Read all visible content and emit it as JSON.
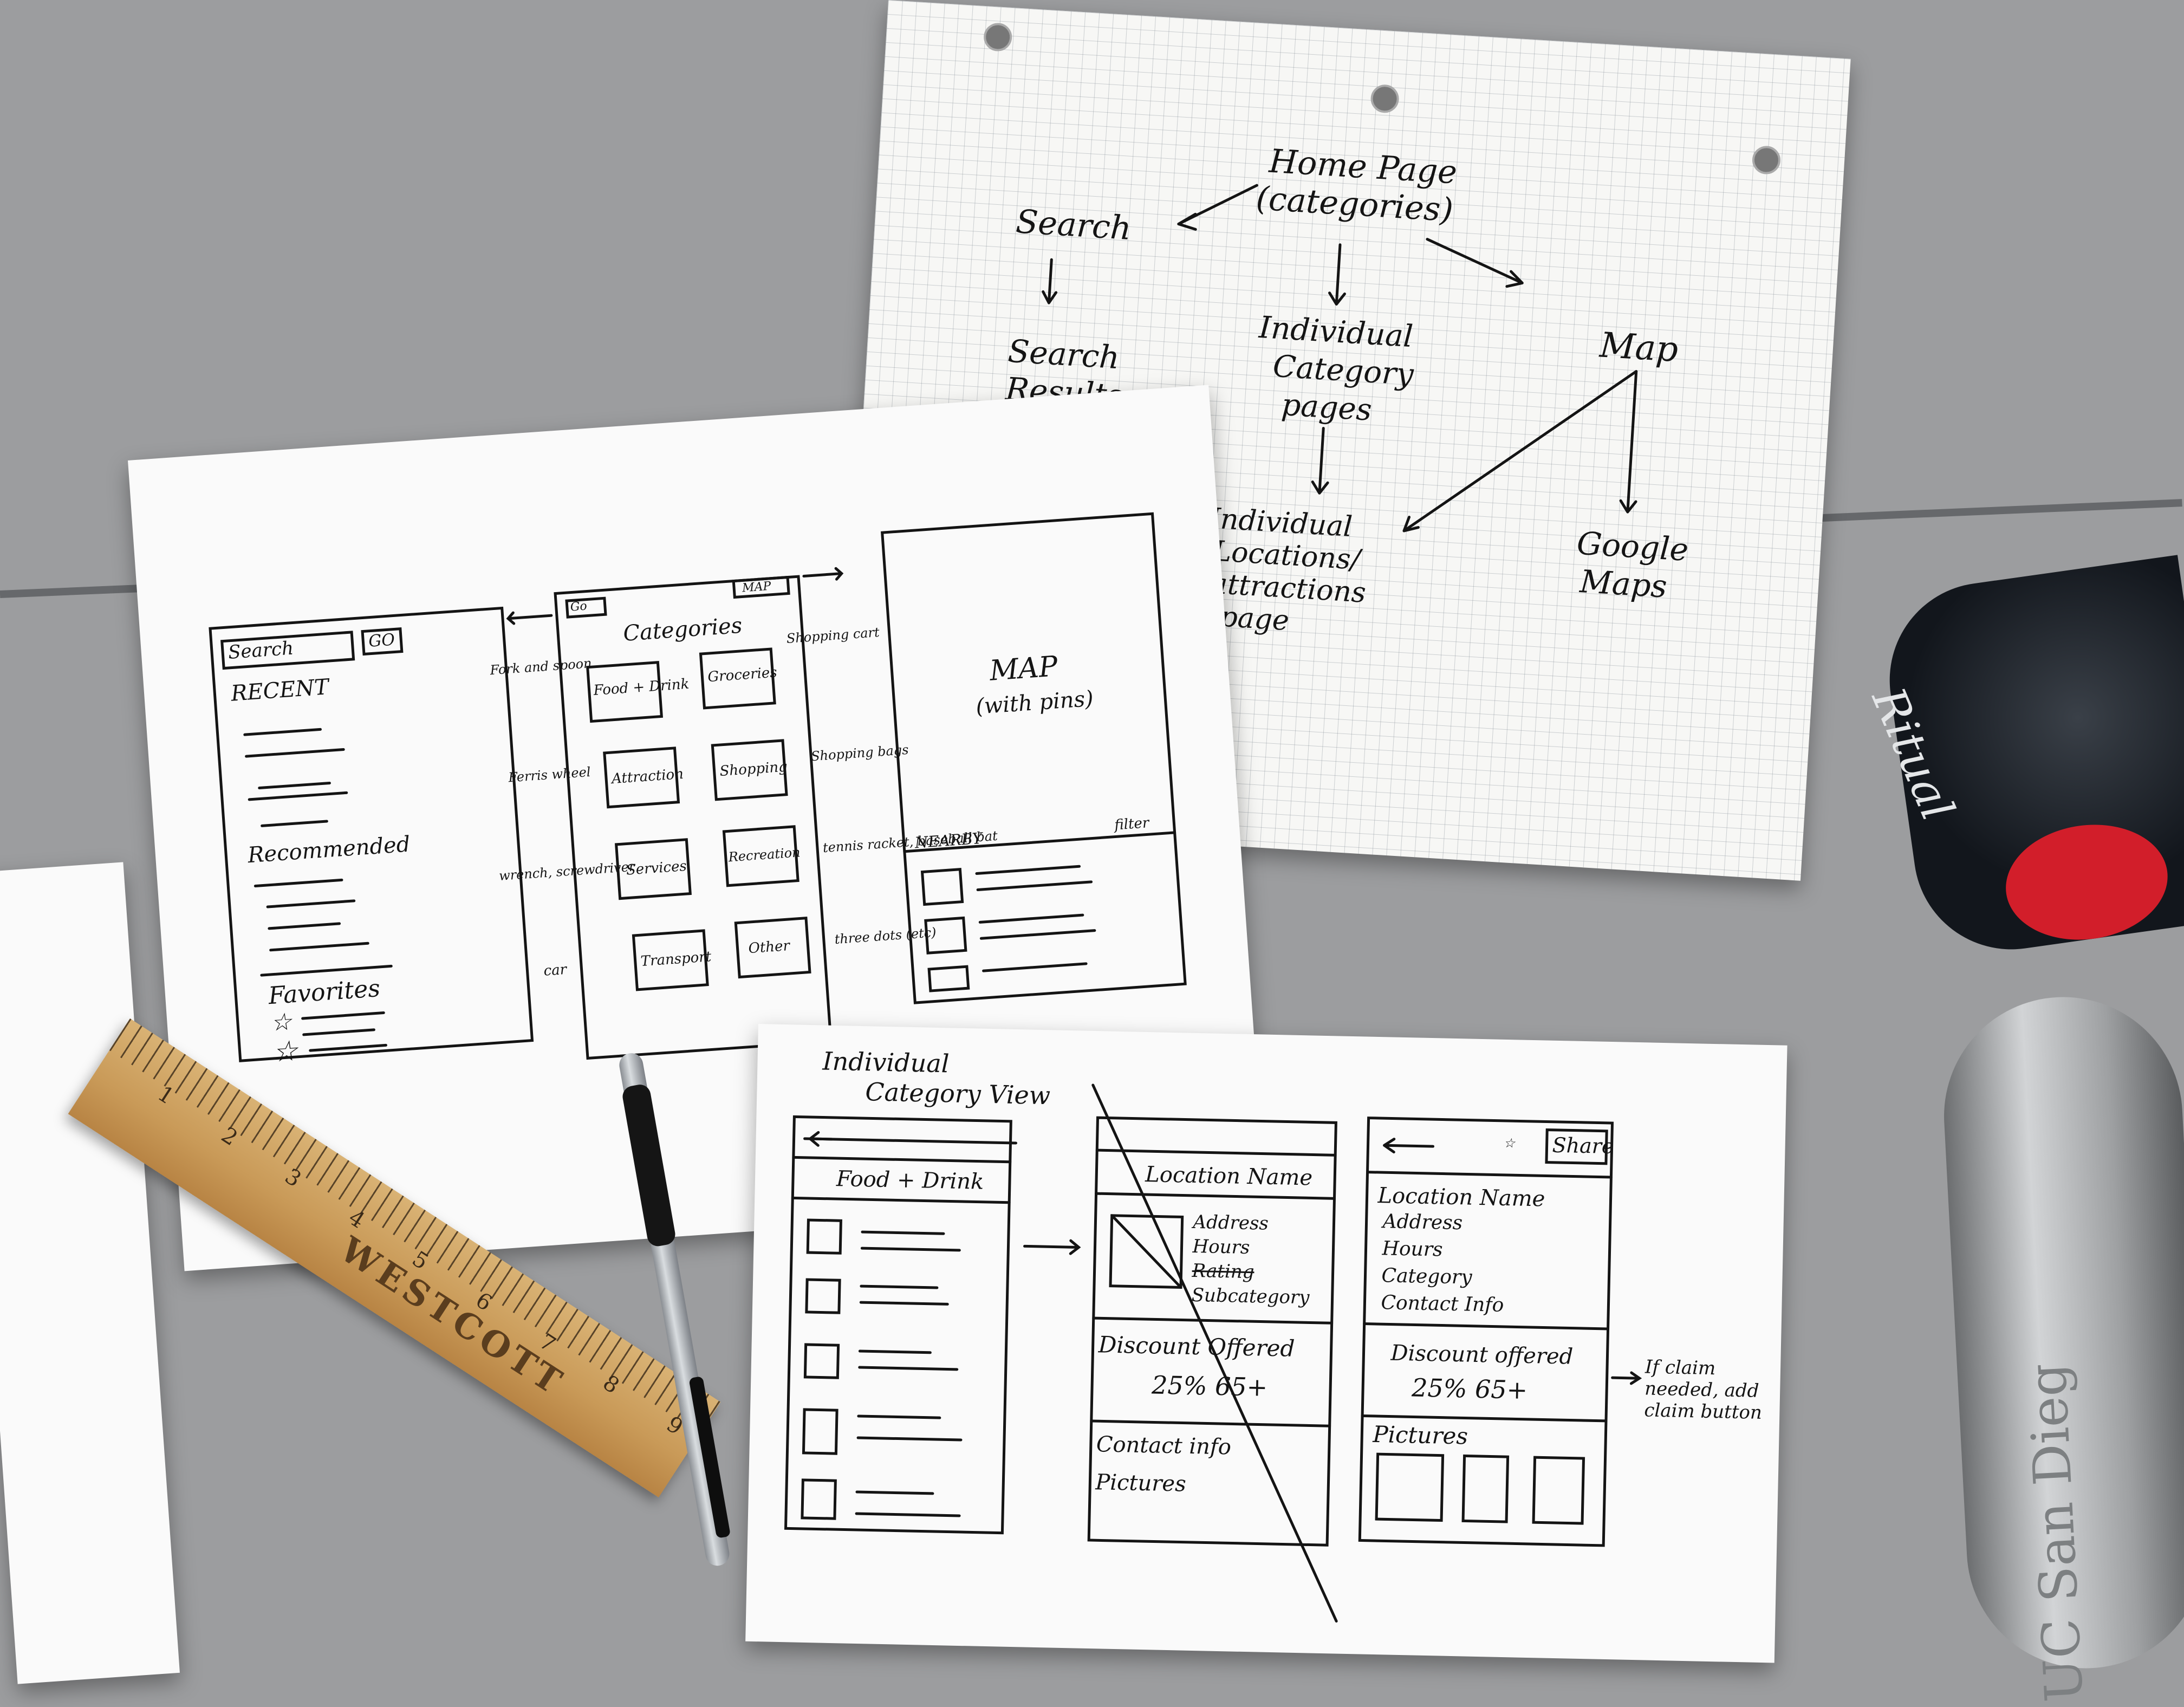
{
  "sitemap": {
    "home": "Home Page",
    "home_sub": "(categories)",
    "search": "Search",
    "search_results_1": "Search",
    "search_results_2": "Results",
    "individual_category_1": "Individual",
    "individual_category_2": "Category",
    "individual_category_3": "pages",
    "map": "Map",
    "individual_locations_1": "Individual",
    "individual_locations_2": "Locations/",
    "individual_locations_3": "attractions",
    "individual_locations_4": "page",
    "google_1": "Google",
    "google_2": "Maps"
  },
  "search_screen": {
    "search_box": "Search",
    "go_button": "GO",
    "recent": "RECENT",
    "recommended": "Recommended",
    "favorites": "Favorites"
  },
  "categories_screen": {
    "top_left_button": "Go",
    "map_button": "MAP",
    "title": "Categories",
    "tiles": [
      "Food + Drink",
      "Groceries",
      "Attraction",
      "Shopping",
      "Services",
      "Recreation",
      "Transport",
      "Other"
    ],
    "notes": {
      "fork_and_spoon": "Fork and spoon",
      "shopping_cart": "Shopping cart",
      "ferris_wheel": "Ferris wheel",
      "shopping_bags": "Shopping bags",
      "wrench_screwdriver": "wrench, screwdriver",
      "tennis_racket": "tennis racket, baseball bat",
      "car": "car",
      "three_dots": "three dots (etc)"
    }
  },
  "map_screen": {
    "map_label": "MAP",
    "map_sub": "(with pins)",
    "nearby": "NEARBY",
    "filter": "filter"
  },
  "category_view": {
    "heading_1": "Individual",
    "heading_2": "Category View",
    "list_title": "Food + Drink",
    "location_name": "Location Name",
    "address": "Address",
    "hours": "Hours",
    "rating": "Rating",
    "subcategory": "Subcategory",
    "discount": "Discount Offered",
    "discount_value": "25% 65+",
    "contact_info": "Contact info",
    "pictures": "Pictures",
    "share_button": "Share",
    "final_location_name": "Location Name",
    "final_address": "Address",
    "final_hours": "Hours",
    "final_category": "Category",
    "final_contact": "Contact Info",
    "final_discount": "Discount offered",
    "final_discount_value": "25% 65+",
    "final_pictures": "Pictures",
    "claim_note_1": "If claim",
    "claim_note_2": "needed, add",
    "claim_note_3": "claim button"
  },
  "objects": {
    "ruler_brand": "WESTCOTT",
    "ruler_numbers": [
      "1",
      "2",
      "3",
      "4",
      "5",
      "6",
      "7",
      "8",
      "9"
    ],
    "can_brand": "Ritual",
    "tin_text": "UC San Dieg"
  }
}
